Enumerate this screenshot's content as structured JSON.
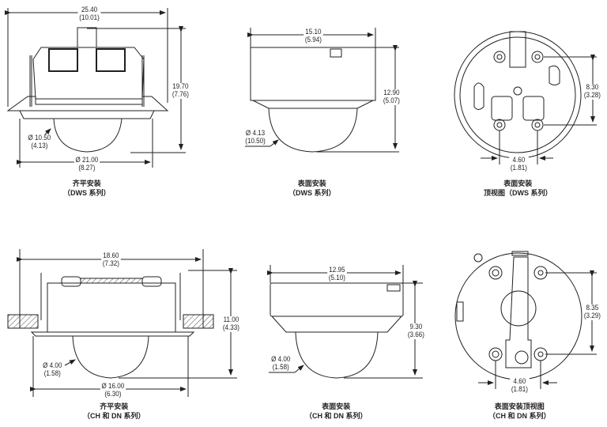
{
  "views": [
    {
      "id": "dws-flush",
      "caption": [
        "齐平安装",
        "（DWS 系列）"
      ],
      "dims": {
        "width": [
          "25.40",
          "(10.01)"
        ],
        "height": [
          "19.70",
          "(7.76)"
        ],
        "dome": [
          "Ø 10.50",
          "(4.13)"
        ],
        "trim": [
          "Ø 21.00",
          "(8.27)"
        ]
      }
    },
    {
      "id": "dws-surface",
      "caption": [
        "表面安装",
        "（DWS 系列）"
      ],
      "dims": {
        "width": [
          "15.10",
          "(5.94)"
        ],
        "height": [
          "12.90",
          "(5.07)"
        ],
        "dome": [
          "Ø 4.13",
          "(10.50)"
        ]
      }
    },
    {
      "id": "dws-surface-top",
      "caption": [
        "表面安装",
        "顶视图（DWS 系列）"
      ],
      "dims": {
        "vertical": [
          "8.30",
          "(3.28)"
        ],
        "horizontal": [
          "4.60",
          "(1.81)"
        ]
      }
    },
    {
      "id": "chdn-flush",
      "caption": [
        "齐平安装",
        "（CH 和 DN 系列）"
      ],
      "dims": {
        "width": [
          "18.60",
          "(7.32)"
        ],
        "height": [
          "11.00",
          "(4.33)"
        ],
        "dome": [
          "Ø 4.00",
          "(1.58)"
        ],
        "trim": [
          "Ø 16.00",
          "(6.30)"
        ]
      }
    },
    {
      "id": "chdn-surface",
      "caption": [
        "表面安装",
        "（CH 和 DN 系列）"
      ],
      "dims": {
        "width": [
          "12.95",
          "(5.10)"
        ],
        "height": [
          "9.30",
          "(3.66)"
        ],
        "dome": [
          "Ø 4.00",
          "(1.58)"
        ]
      }
    },
    {
      "id": "chdn-surface-top",
      "caption": [
        "表面安装顶视图",
        "（CH 和 DN 系列）"
      ],
      "dims": {
        "vertical": [
          "8.35",
          "(3.29)"
        ],
        "horizontal": [
          "4.60",
          "(1.81)"
        ]
      }
    }
  ],
  "colors": {
    "line": "#231f20",
    "background": "#ffffff"
  }
}
